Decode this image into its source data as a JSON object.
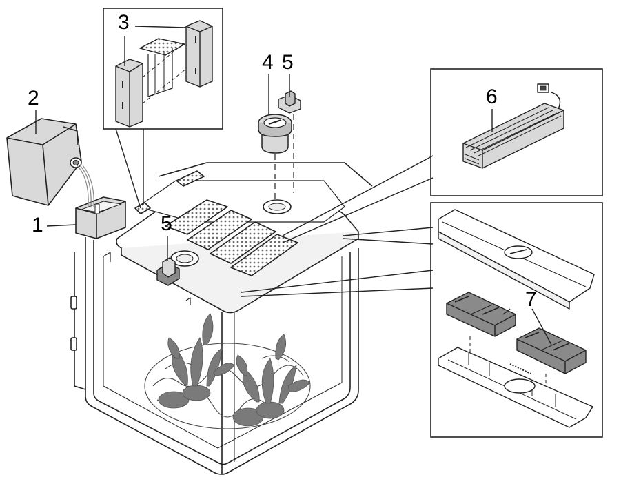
{
  "callouts": {
    "reservoir": "1",
    "canister": "2",
    "filter_cartridge": "3",
    "intake_cap": "4",
    "clip_top": "5",
    "clip_lid": "5",
    "led_unit": "6",
    "filter_blocks": "7"
  },
  "colors": {
    "line": "#222222",
    "part_fill": "#d9d9d9",
    "part_dark": "#8a8a8a",
    "plant": "#7a7a7a",
    "glass": "#ffffff"
  }
}
